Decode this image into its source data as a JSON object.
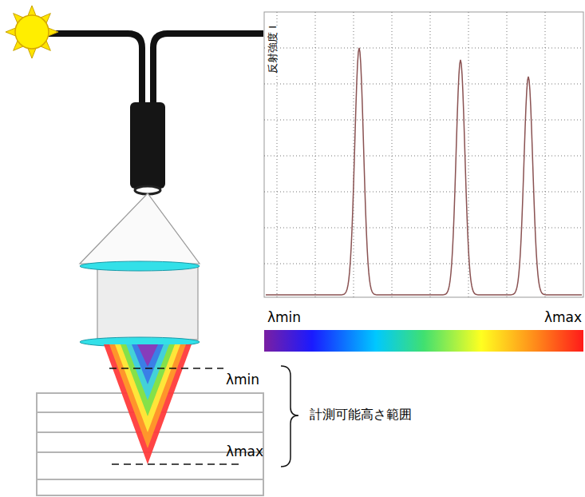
{
  "diagram": {
    "labels": [
      "反射強度 I",
      "λmin",
      "λmax",
      "λmin",
      "λmax",
      "計測可能高さ範囲"
    ]
  }
}
